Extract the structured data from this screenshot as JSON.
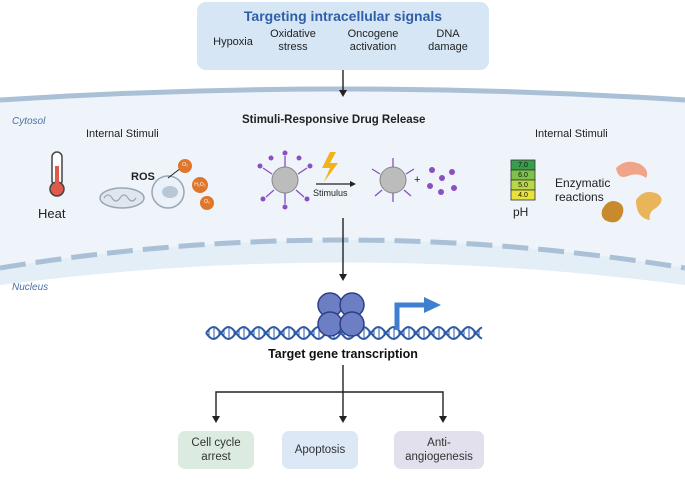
{
  "header": {
    "title": "Targeting intracellular signals",
    "signals": [
      {
        "line1": "Hypoxia",
        "line2": ""
      },
      {
        "line1": "Oxidative",
        "line2": "stress"
      },
      {
        "line1": "Oncogene",
        "line2": "activation"
      },
      {
        "line1": "DNA",
        "line2": "damage"
      }
    ]
  },
  "regions": {
    "cytosol": "Cytosol",
    "nucleus": "Nucleus"
  },
  "left_panel": {
    "title": "Internal Stimuli",
    "heat": "Heat",
    "ros": "ROS",
    "molecules": [
      "O₂",
      "H₂O₂",
      "O₂"
    ]
  },
  "center_panel": {
    "title": "Stimuli-Responsive Drug Release",
    "stimulus": "Stimulus",
    "plus": "+"
  },
  "right_panel": {
    "title": "Internal Stimuli",
    "ph_label": "pH",
    "ph_values": [
      "7.0",
      "6.0",
      "5.0",
      "4.0"
    ],
    "enzymatic_line1": "Enzymatic",
    "enzymatic_line2": "reactions"
  },
  "transcription": {
    "label": "Target gene transcription"
  },
  "outcomes": [
    {
      "line1": "Cell cycle",
      "line2": "arrest",
      "color": "#dcebe0"
    },
    {
      "line1": "Apoptosis",
      "line2": "",
      "color": "#dde8f6"
    },
    {
      "line1": "Anti-",
      "line2": "angiogenesis",
      "color": "#e2e0ec"
    }
  ],
  "colors": {
    "title_blue": "#2f5fa8",
    "membrane": "#a9c0d6",
    "cytosol_bg": "#eef4fa",
    "nucleus_bg": "#e4eef7",
    "ros_orange": "#e0762a",
    "nanoparticle": "#bcbcbc",
    "drug_purple": "#8a4fc2",
    "dna_blue": "#2c5aa8",
    "polymerase": "#6d7fc4",
    "arrow_blue": "#3f7fcf"
  }
}
